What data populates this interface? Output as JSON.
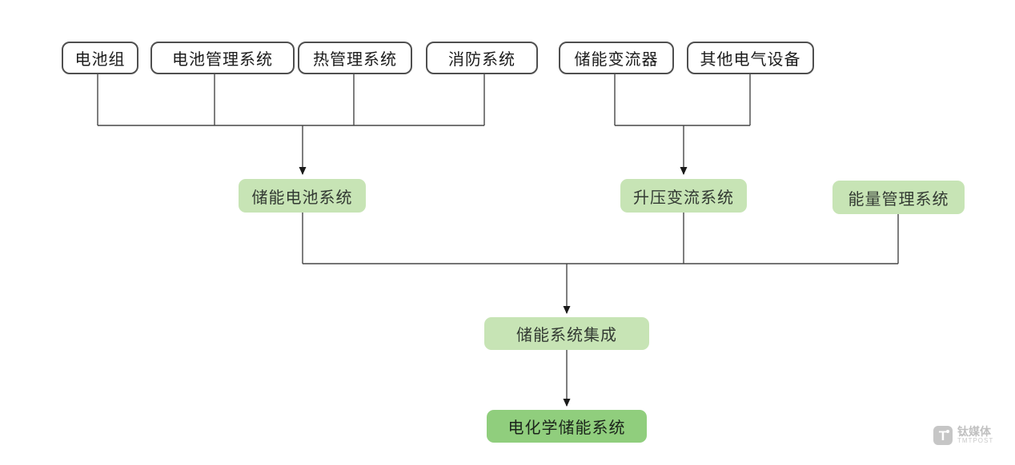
{
  "nodes": {
    "battery_pack": {
      "label": "电池组"
    },
    "battery_mgmt_system": {
      "label": "电池管理系统"
    },
    "thermal_mgmt_system": {
      "label": "热管理系统"
    },
    "fire_protection_system": {
      "label": "消防系统"
    },
    "storage_converter": {
      "label": "储能变流器"
    },
    "other_electrical": {
      "label": "其他电气设备"
    },
    "storage_battery_system": {
      "label": "储能电池系统"
    },
    "boost_converter_system": {
      "label": "升压变流系统"
    },
    "energy_mgmt_system": {
      "label": "能量管理系统"
    },
    "system_integration": {
      "label": "储能系统集成"
    },
    "electrochemical_storage": {
      "label": "电化学储能系统"
    }
  },
  "edges": [
    {
      "from": "电池组",
      "to": "储能电池系统"
    },
    {
      "from": "电池管理系统",
      "to": "储能电池系统"
    },
    {
      "from": "热管理系统",
      "to": "储能电池系统"
    },
    {
      "from": "消防系统",
      "to": "储能电池系统"
    },
    {
      "from": "储能变流器",
      "to": "升压变流系统"
    },
    {
      "from": "其他电气设备",
      "to": "升压变流系统"
    },
    {
      "from": "储能电池系统",
      "to": "储能系统集成"
    },
    {
      "from": "升压变流系统",
      "to": "储能系统集成"
    },
    {
      "from": "能量管理系统",
      "to": "储能系统集成"
    },
    {
      "from": "储能系统集成",
      "to": "电化学储能系统"
    }
  ],
  "colors": {
    "node_border": "#4f4f4f",
    "light_green_fill": "#c7e4b5",
    "dark_green_fill": "#90ce7d",
    "connector_line": "#474747"
  },
  "watermark": {
    "logo_letter": "T",
    "zh": "钛媒体",
    "en": "TMTPOST"
  }
}
